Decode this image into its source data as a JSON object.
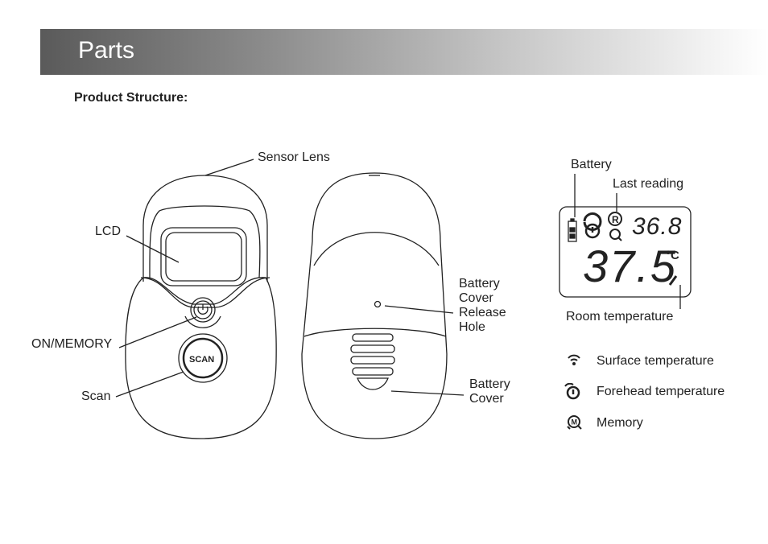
{
  "header": {
    "title": "Parts"
  },
  "section": {
    "subtitle": "Product Structure:"
  },
  "front_labels": {
    "sensor_lens": "Sensor Lens",
    "lcd": "LCD",
    "on_memory": "ON/MEMORY",
    "scan": "Scan",
    "scan_button_text": "SCAN"
  },
  "back_labels": {
    "release_hole_1": "Battery",
    "release_hole_2": "Cover",
    "release_hole_3": "Release",
    "release_hole_4": "Hole",
    "battery_cover_1": "Battery",
    "battery_cover_2": "Cover"
  },
  "lcd_labels": {
    "battery": "Battery",
    "last_reading": "Last reading",
    "room_temperature": "Room temperature",
    "small_reading": "36.8",
    "big_reading": "37.5",
    "unit": "°C"
  },
  "legend": {
    "surface": "Surface temperature",
    "forehead": "Forehead temperature",
    "memory": "Memory"
  }
}
